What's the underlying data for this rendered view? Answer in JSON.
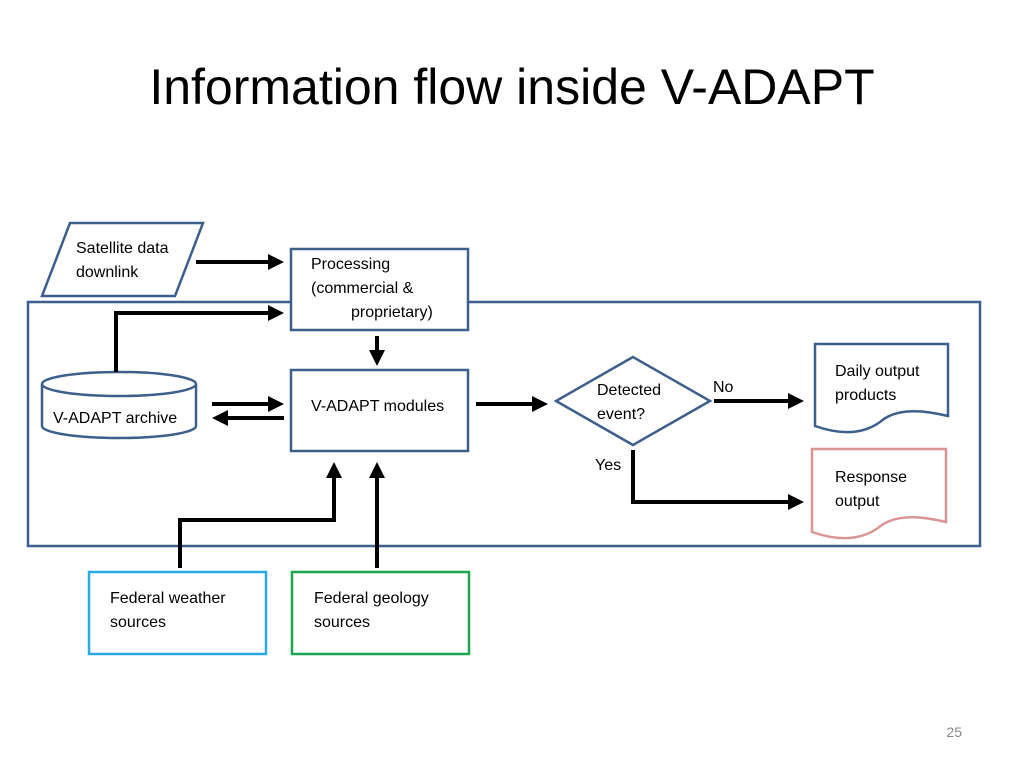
{
  "slide": {
    "title": "Information flow inside V-ADAPT",
    "page_number": "25"
  },
  "nodes": {
    "satellite": {
      "line1": "Satellite data",
      "line2": "downlink"
    },
    "processing": {
      "line1": "Processing",
      "line2": "(commercial &",
      "line3": "proprietary)"
    },
    "archive": {
      "label": "V-ADAPT archive"
    },
    "modules": {
      "label": "V-ADAPT modules"
    },
    "decision": {
      "line1": "Detected",
      "line2": "event?"
    },
    "daily": {
      "line1": "Daily output",
      "line2": "products"
    },
    "response": {
      "line1": "Response",
      "line2": "output"
    },
    "weather": {
      "line1": "Federal weather",
      "line2": "sources"
    },
    "geology": {
      "line1": "Federal geology",
      "line2": "sources"
    }
  },
  "edges": {
    "no_label": "No",
    "yes_label": "Yes"
  },
  "colors": {
    "system_border": "#3d5f8c",
    "node_border": "#3d5f8c",
    "weather_border": "#29abe2",
    "geology_border": "#1aa64a",
    "response_border": "#d99594",
    "arrow": "#000000"
  }
}
